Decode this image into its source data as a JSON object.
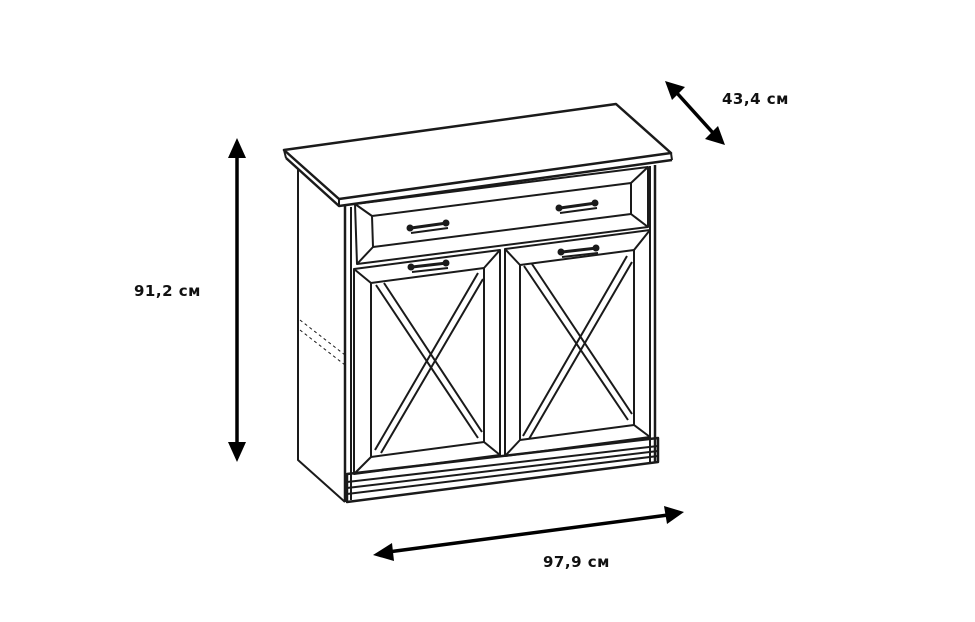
{
  "diagram": {
    "subject": "Two-door sideboard with one top drawer, X-pattern door panels",
    "line_color": "#1a1a1a",
    "background": "#ffffff",
    "dimensions": {
      "depth": {
        "label": "43,4 см",
        "value": 43.4,
        "unit": "см"
      },
      "height": {
        "label": "91,2 см",
        "value": 91.2,
        "unit": "см"
      },
      "width": {
        "label": "97,9 см",
        "value": 97.9,
        "unit": "см"
      }
    }
  }
}
